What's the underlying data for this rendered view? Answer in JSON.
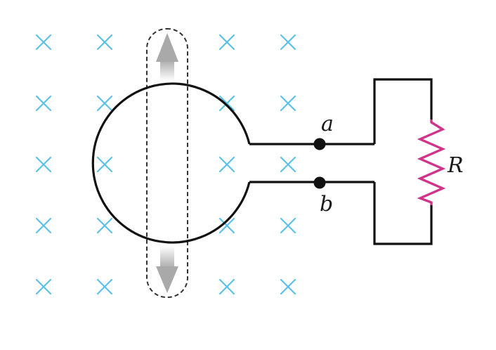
{
  "labels": {
    "terminal_a": "a",
    "terminal_b": "b",
    "resistor": "R"
  },
  "magnetic_field": {
    "direction": "into-page",
    "marker": "cross-icon"
  },
  "colors": {
    "field_marker": "#5cc1ea",
    "wire": "#111111",
    "resistor": "#d0338a",
    "arrow": "#a9a9a9",
    "bar_outline": "#333333"
  }
}
